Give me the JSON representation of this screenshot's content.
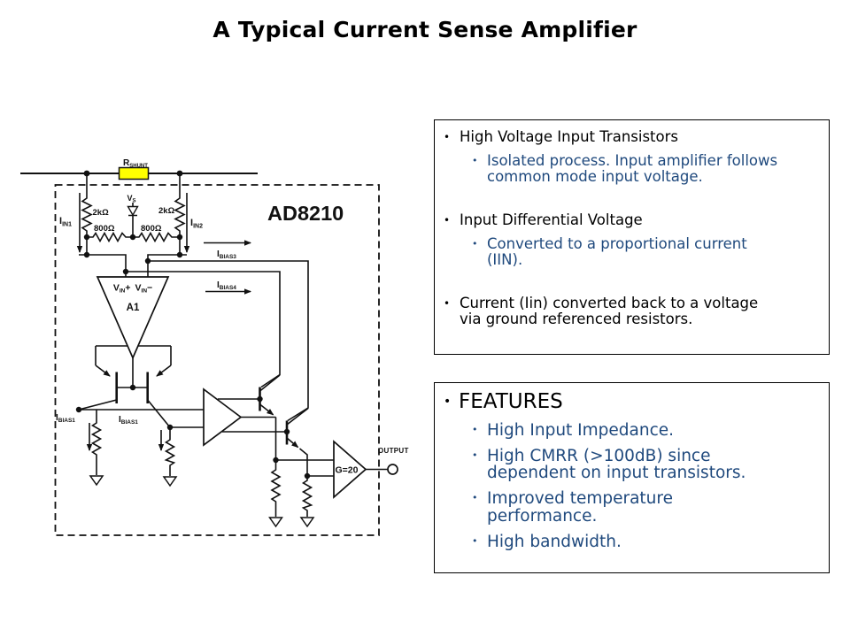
{
  "slide": {
    "title": "A Typical Current Sense Amplifier"
  },
  "colors": {
    "accent_blue": "#1f497d",
    "text_black": "#000000",
    "resistor_yellow": "#ffff00",
    "line": "#111111",
    "background": "#ffffff"
  },
  "bullet_char": "•",
  "info_box": {
    "items": [
      {
        "level": 1,
        "text": "High Voltage Input Transistors"
      },
      {
        "level": 2,
        "text": "Isolated process. Input amplifier follows\ncommon mode input voltage."
      },
      {
        "level": 1,
        "text": "Input Differential Voltage"
      },
      {
        "level": 2,
        "text": "Converted to a proportional current\n(IIN)."
      },
      {
        "level": 1,
        "text": "Current (Iin) converted back to a voltage\nvia ground referenced resistors."
      }
    ]
  },
  "features_box": {
    "heading": "FEATURES",
    "items": [
      {
        "text": "High Input Impedance."
      },
      {
        "text": "High CMRR (>100dB) since\ndependent on input transistors."
      },
      {
        "text": "Improved temperature\nperformance."
      },
      {
        "text": "High bandwidth."
      }
    ]
  },
  "circuit": {
    "chip_label": "AD8210",
    "rshunt": {
      "base": "R",
      "sub": "SHUNT"
    },
    "iin1": {
      "base": "I",
      "sub": "IN1"
    },
    "iin2": {
      "base": "I",
      "sub": "IN2"
    },
    "ibias1": {
      "base": "I",
      "sub": "BIAS1"
    },
    "ibias3": {
      "base": "I",
      "sub": "BIAS3"
    },
    "ibias4": {
      "base": "I",
      "sub": "BIAS4"
    },
    "vs": {
      "base": "V",
      "sub": "S"
    },
    "r_2k": "2kΩ",
    "r_800": "800Ω",
    "vin_plus": {
      "base": "V",
      "sub": "IN",
      "sign": "+"
    },
    "vin_minus": {
      "base": "V",
      "sub": "IN",
      "sign": "−"
    },
    "a1_label": "A1",
    "gain_label": "G=20",
    "output_label": "OUTPUT"
  }
}
